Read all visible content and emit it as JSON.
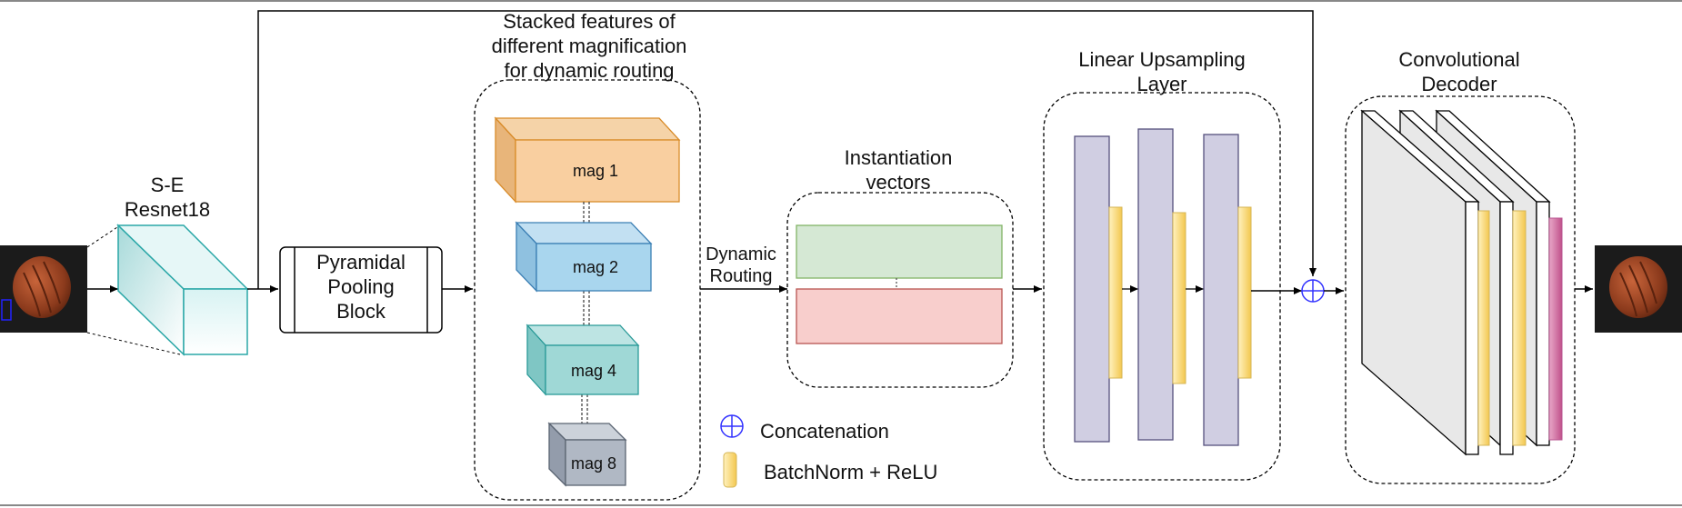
{
  "labels": {
    "se_resnet": [
      "S-E",
      "Resnet18"
    ],
    "pyramidal": [
      "Pyramidal",
      "Pooling",
      "Block"
    ],
    "stacked": [
      "Stacked features of",
      "different magnification",
      "for dynamic routing"
    ],
    "dynamic_routing": [
      "Dynamic",
      "Routing"
    ],
    "instantiation": [
      "Instantiation",
      "vectors"
    ],
    "linear_up": [
      "Linear Upsampling",
      "Layer"
    ],
    "conv_decoder": [
      "Convolutional",
      "Decoder"
    ]
  },
  "mags": [
    "mag 1",
    "mag 2",
    "mag 4",
    "mag 8"
  ],
  "legend": {
    "concat": "Concatenation",
    "bn": "BatchNorm + ReLU"
  },
  "colors": {
    "resnet": "#bfe6e6",
    "mag1": "#f9cfa0",
    "mag2": "#a9d6ee",
    "mag4": "#9fd8d6",
    "mag8": "#b0b8c4",
    "green_bar": "#d5e8d4",
    "red_bar": "#f8cecc",
    "purple": "#d0cee2",
    "yellow": "#ffe599",
    "pink": "#d080a8",
    "concat": "#3333ff"
  },
  "icons": [
    "hazelnut-input-image",
    "hazelnut-output-image",
    "concat-icon",
    "batchnorm-icon"
  ]
}
